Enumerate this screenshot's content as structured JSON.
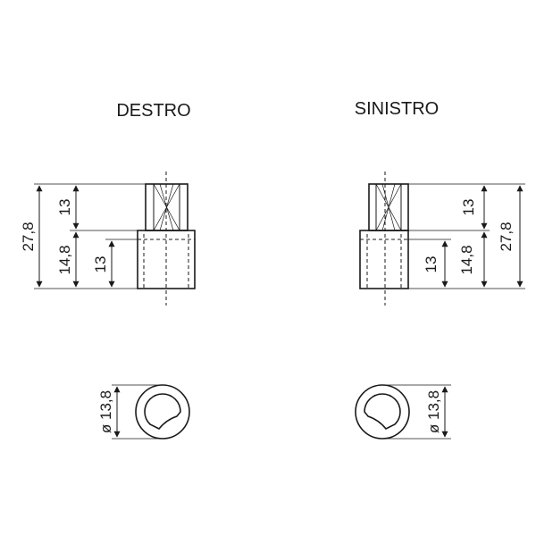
{
  "views": {
    "right": {
      "title": "DESTRO",
      "dims": {
        "total_height": "27,8",
        "top_height": "13",
        "bottom_height": "14,8",
        "inner_height": "13",
        "diameter": "ø 13,8"
      }
    },
    "left": {
      "title": "SINISTRO",
      "dims": {
        "top_height": "13",
        "total_height": "27,8",
        "inner_height": "13",
        "bottom_height": "14,8",
        "diameter": "ø 13,8"
      }
    }
  },
  "colors": {
    "line": "#1a1a1a",
    "background": "#ffffff"
  }
}
